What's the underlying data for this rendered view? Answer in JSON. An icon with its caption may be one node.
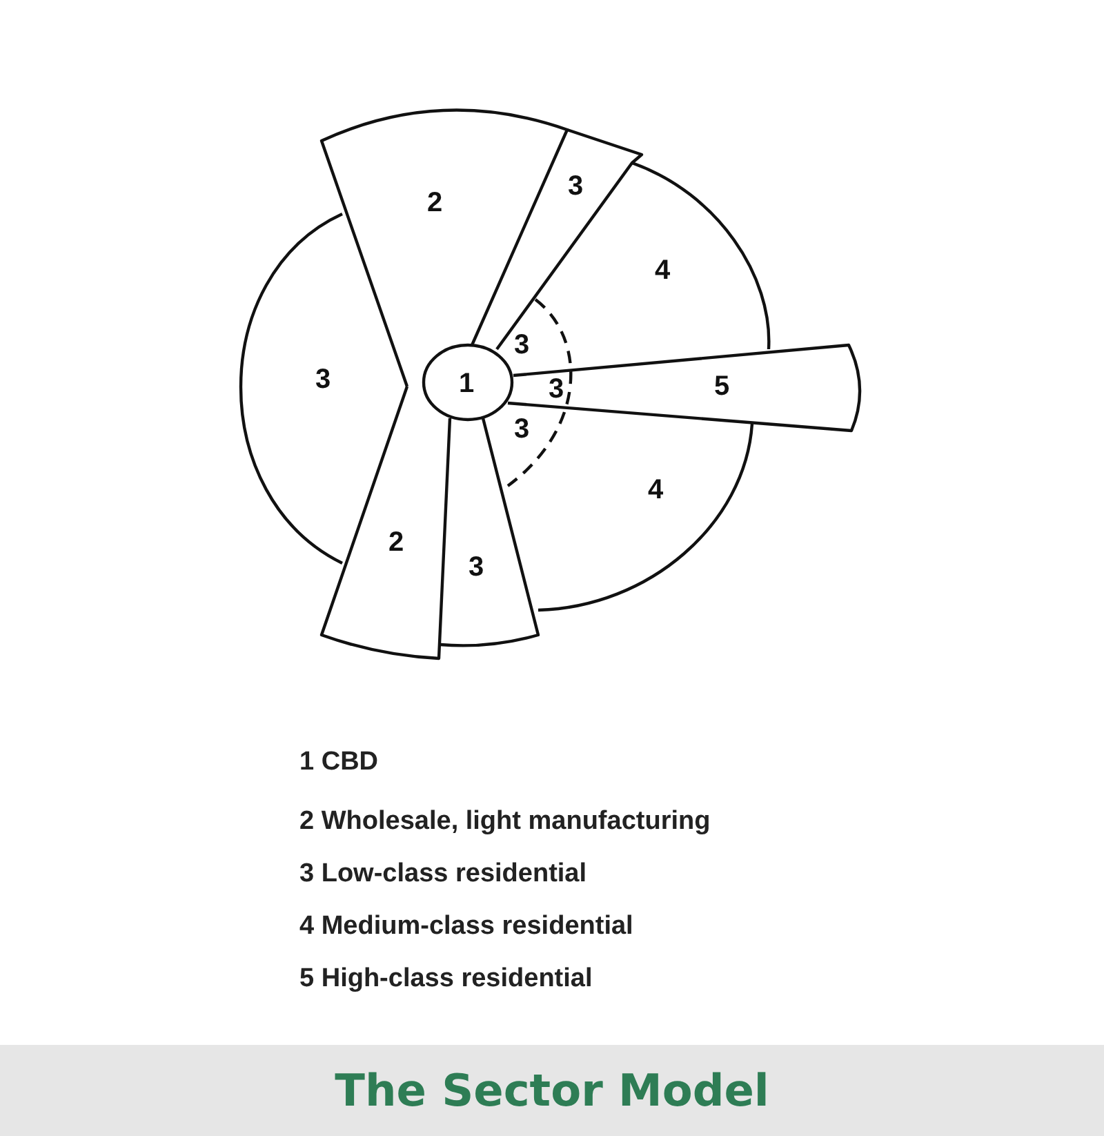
{
  "diagram": {
    "title": "The Sector Model",
    "labels": [
      "2",
      "3",
      "4",
      "3",
      "1",
      "3",
      "3",
      "5",
      "3",
      "4",
      "2",
      "3",
      "1 CBD",
      "2 Wholesale, light manufacturing",
      "3 Low-class residential",
      "4 Medium-class residential",
      "5 High-class residential"
    ]
  }
}
